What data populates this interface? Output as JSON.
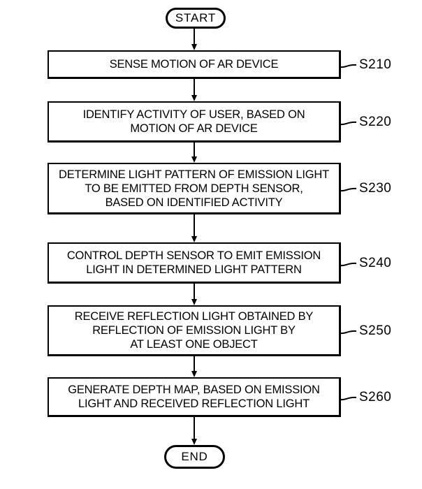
{
  "figure": {
    "background": "#ffffff",
    "line_color": "#000000",
    "terminals": {
      "start": "START",
      "end": "END"
    },
    "steps": [
      {
        "code": "S210",
        "label": "SENSE MOTION OF AR DEVICE"
      },
      {
        "code": "S220",
        "label": "IDENTIFY ACTIVITY OF USER, BASED ON\nMOTION OF AR DEVICE"
      },
      {
        "code": "S230",
        "label": "DETERMINE LIGHT PATTERN OF EMISSION LIGHT\nTO BE EMITTED FROM DEPTH SENSOR,\nBASED ON IDENTIFIED ACTIVITY"
      },
      {
        "code": "S240",
        "label": "CONTROL DEPTH SENSOR TO EMIT EMISSION\nLIGHT IN DETERMINED LIGHT PATTERN"
      },
      {
        "code": "S250",
        "label": "RECEIVE REFLECTION LIGHT OBTAINED BY\nREFLECTION OF EMISSION LIGHT BY\nAT LEAST ONE OBJECT"
      },
      {
        "code": "S260",
        "label": "GENERATE DEPTH MAP, BASED ON EMISSION\nLIGHT AND RECEIVED REFLECTION LIGHT"
      }
    ]
  }
}
